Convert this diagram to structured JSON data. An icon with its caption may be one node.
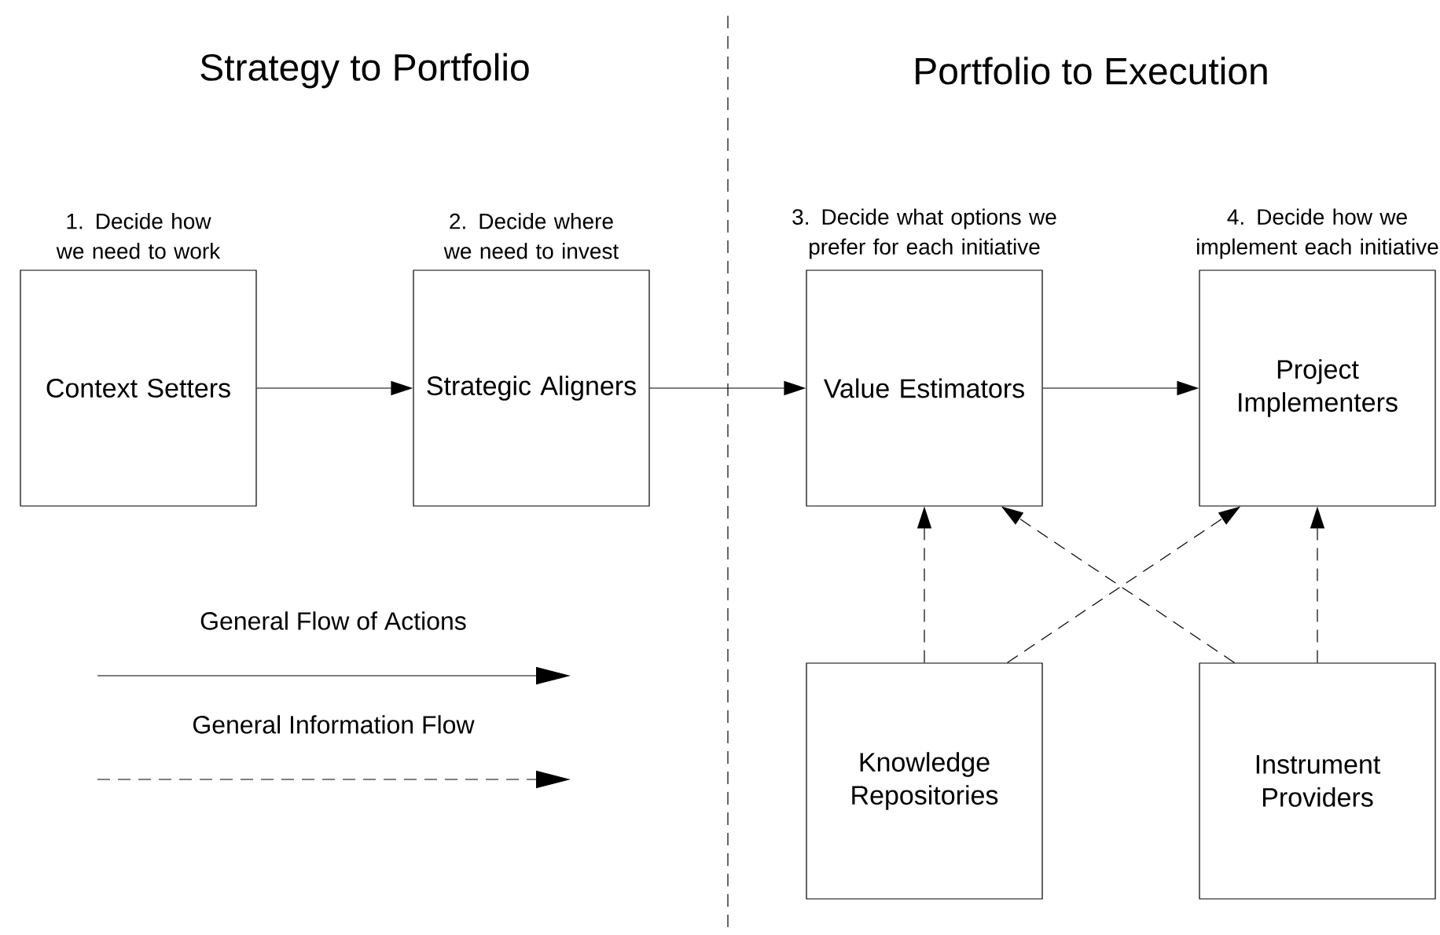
{
  "diagram": {
    "nodes": [
      {
        "text": [
          "Context Setters"
        ],
        "beside": [
          "1. Decide how we need to work"
        ]
      },
      {
        "text": [
          "Strategic Aligners"
        ],
        "beside": [
          "2. Decide where we need to invest"
        ]
      },
      {
        "text": [
          "Value Estimators"
        ],
        "beside": [
          "3. Decide what options we prefer for each initiative"
        ]
      },
      {
        "text": [
          "Project Implementers"
        ],
        "beside": [
          "4. Decide how we implement each initiative"
        ]
      },
      {
        "text": [
          "Knowledge Repositories"
        ]
      },
      {
        "text": [
          "Instrument Providers"
        ]
      }
    ],
    "edges": [
      {
        "from": 0,
        "to": 1,
        "arrow": "to"
      },
      {
        "from": 1,
        "to": 2,
        "arrow": "to"
      },
      {
        "from": 2,
        "to": 3,
        "arrow": "to"
      },
      {
        "from": 4,
        "to": 2,
        "arrow": "to",
        "style": "dashed"
      },
      {
        "from": 4,
        "to": 3,
        "arrow": "to",
        "style": "dashed"
      },
      {
        "from": 5,
        "to": 2,
        "arrow": "to",
        "style": "dashed"
      },
      {
        "from": 5,
        "to": 3,
        "arrow": "to",
        "style": "dashed"
      }
    ],
    "labels": [
      "Strategy to Portfolio",
      "Portfolio to Execution"
    ],
    "legend": [
      {
        "text": "General Flow of Actions"
      },
      {
        "text": "General Information Flow"
      }
    ]
  }
}
